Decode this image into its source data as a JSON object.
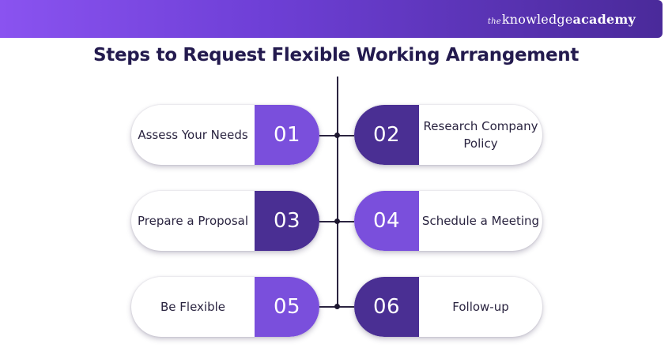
{
  "header": {
    "brand_prefix": "the",
    "brand_main": "knowledge",
    "brand_bold": "academy"
  },
  "title": "Steps to Request Flexible Working Arrangement",
  "colors": {
    "accent_light": "#7a4fdc",
    "accent_dark": "#4a2f93",
    "title": "#231a4e"
  },
  "steps": [
    {
      "number": "01",
      "label": "Assess Your Needs"
    },
    {
      "number": "02",
      "label": "Research Company Policy"
    },
    {
      "number": "03",
      "label": "Prepare a Proposal"
    },
    {
      "number": "04",
      "label": "Schedule a Meeting"
    },
    {
      "number": "05",
      "label": "Be Flexible"
    },
    {
      "number": "06",
      "label": "Follow-up"
    }
  ]
}
